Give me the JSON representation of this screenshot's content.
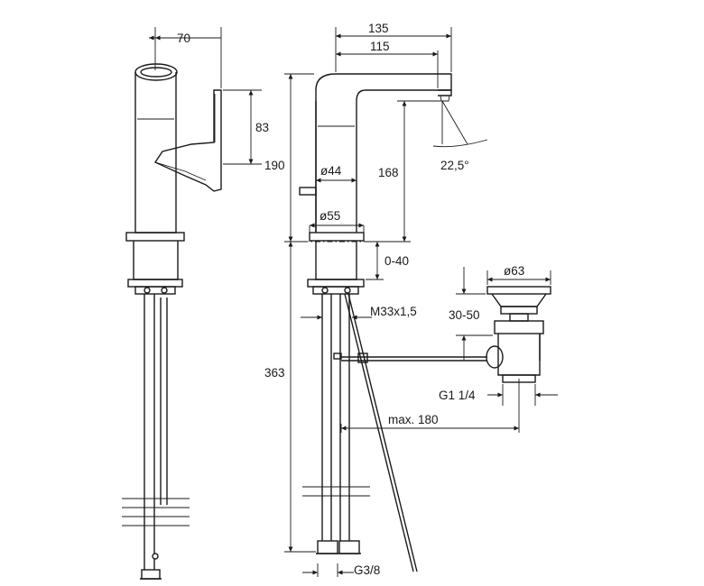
{
  "dimensions": {
    "width_side": "70",
    "lever_height": "83",
    "spout_reach": "135",
    "spout_reach_inner": "115",
    "overall_height": "190",
    "outlet_height": "168",
    "body_diameter": "ø44",
    "base_diameter": "ø55",
    "spout_angle": "22,5°",
    "mounting_range": "0-40",
    "thread": "M33x1,5",
    "below_deck_length": "363",
    "waste_diameter": "ø63",
    "waste_height": "30-50",
    "waste_thread": "G1 1/4",
    "rod_max": "max. 180",
    "hose_thread": "G3/8"
  }
}
